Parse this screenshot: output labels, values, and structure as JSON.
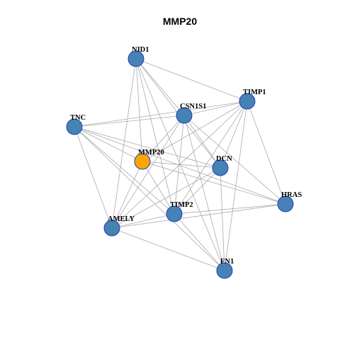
{
  "title": "MMP20",
  "colors": {
    "node": "#4682b4",
    "highlight": "#ffa500",
    "edge": "#aaaaaa",
    "node_border": "#1f3fbf"
  },
  "nodes": [
    {
      "id": "NID1",
      "label": "NID1",
      "highlight": false
    },
    {
      "id": "TIMP1",
      "label": "TIMP1",
      "highlight": false
    },
    {
      "id": "CSN1S1",
      "label": "CSN1S1",
      "highlight": false
    },
    {
      "id": "TNC",
      "label": "TNC",
      "highlight": false
    },
    {
      "id": "MMP20",
      "label": "MMP20",
      "highlight": true
    },
    {
      "id": "DCN",
      "label": "DCN",
      "highlight": false
    },
    {
      "id": "HRAS",
      "label": "HRAS",
      "highlight": false
    },
    {
      "id": "TIMP2",
      "label": "TIMP2",
      "highlight": false
    },
    {
      "id": "AMELY",
      "label": "AMELY",
      "highlight": false
    },
    {
      "id": "FN1",
      "label": "FN1",
      "highlight": false
    }
  ],
  "edges": [
    [
      "NID1",
      "TIMP1"
    ],
    [
      "NID1",
      "CSN1S1"
    ],
    [
      "NID1",
      "MMP20"
    ],
    [
      "NID1",
      "DCN"
    ],
    [
      "NID1",
      "TIMP2"
    ],
    [
      "NID1",
      "AMELY"
    ],
    [
      "NID1",
      "FN1"
    ],
    [
      "TIMP1",
      "CSN1S1"
    ],
    [
      "TIMP1",
      "TNC"
    ],
    [
      "TIMP1",
      "MMP20"
    ],
    [
      "TIMP1",
      "DCN"
    ],
    [
      "TIMP1",
      "HRAS"
    ],
    [
      "TIMP1",
      "TIMP2"
    ],
    [
      "TIMP1",
      "AMELY"
    ],
    [
      "TIMP1",
      "FN1"
    ],
    [
      "CSN1S1",
      "TNC"
    ],
    [
      "CSN1S1",
      "MMP20"
    ],
    [
      "CSN1S1",
      "DCN"
    ],
    [
      "CSN1S1",
      "HRAS"
    ],
    [
      "CSN1S1",
      "TIMP2"
    ],
    [
      "CSN1S1",
      "AMELY"
    ],
    [
      "CSN1S1",
      "FN1"
    ],
    [
      "TNC",
      "MMP20"
    ],
    [
      "TNC",
      "DCN"
    ],
    [
      "TNC",
      "HRAS"
    ],
    [
      "TNC",
      "TIMP2"
    ],
    [
      "TNC",
      "AMELY"
    ],
    [
      "TNC",
      "FN1"
    ],
    [
      "MMP20",
      "DCN"
    ],
    [
      "MMP20",
      "HRAS"
    ],
    [
      "MMP20",
      "TIMP2"
    ],
    [
      "MMP20",
      "AMELY"
    ],
    [
      "DCN",
      "TIMP2"
    ],
    [
      "DCN",
      "FN1"
    ],
    [
      "DCN",
      "AMELY"
    ],
    [
      "HRAS",
      "TIMP2"
    ],
    [
      "HRAS",
      "AMELY"
    ],
    [
      "TIMP2",
      "AMELY"
    ],
    [
      "TIMP2",
      "FN1"
    ],
    [
      "AMELY",
      "FN1"
    ]
  ]
}
